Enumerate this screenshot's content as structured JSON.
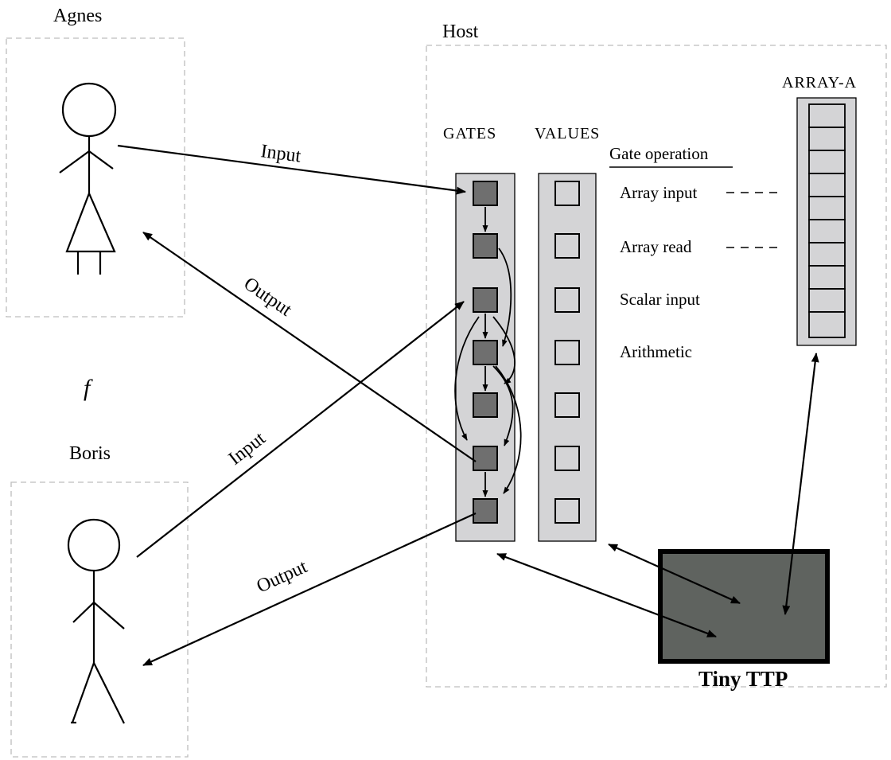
{
  "parties": {
    "agnes": "Agnes",
    "boris": "Boris",
    "host": "Host"
  },
  "function_symbol": "f",
  "columns": {
    "gates": "GATES",
    "values": "VALUES",
    "array": "ARRAY-A"
  },
  "gate_operation": {
    "title": "Gate operation",
    "items": [
      "Array input",
      "Array read",
      "Scalar input",
      "Arithmetic"
    ]
  },
  "arrows": {
    "agnes_input": "Input",
    "agnes_output": "Output",
    "boris_input": "Input",
    "boris_output": "Output"
  },
  "ttp": "Tiny TTP",
  "colors": {
    "panel": "#d4d4d6",
    "gate": "#6f6f6f",
    "ttp_box": "#5f635f",
    "frame": "#bdbdbd"
  }
}
